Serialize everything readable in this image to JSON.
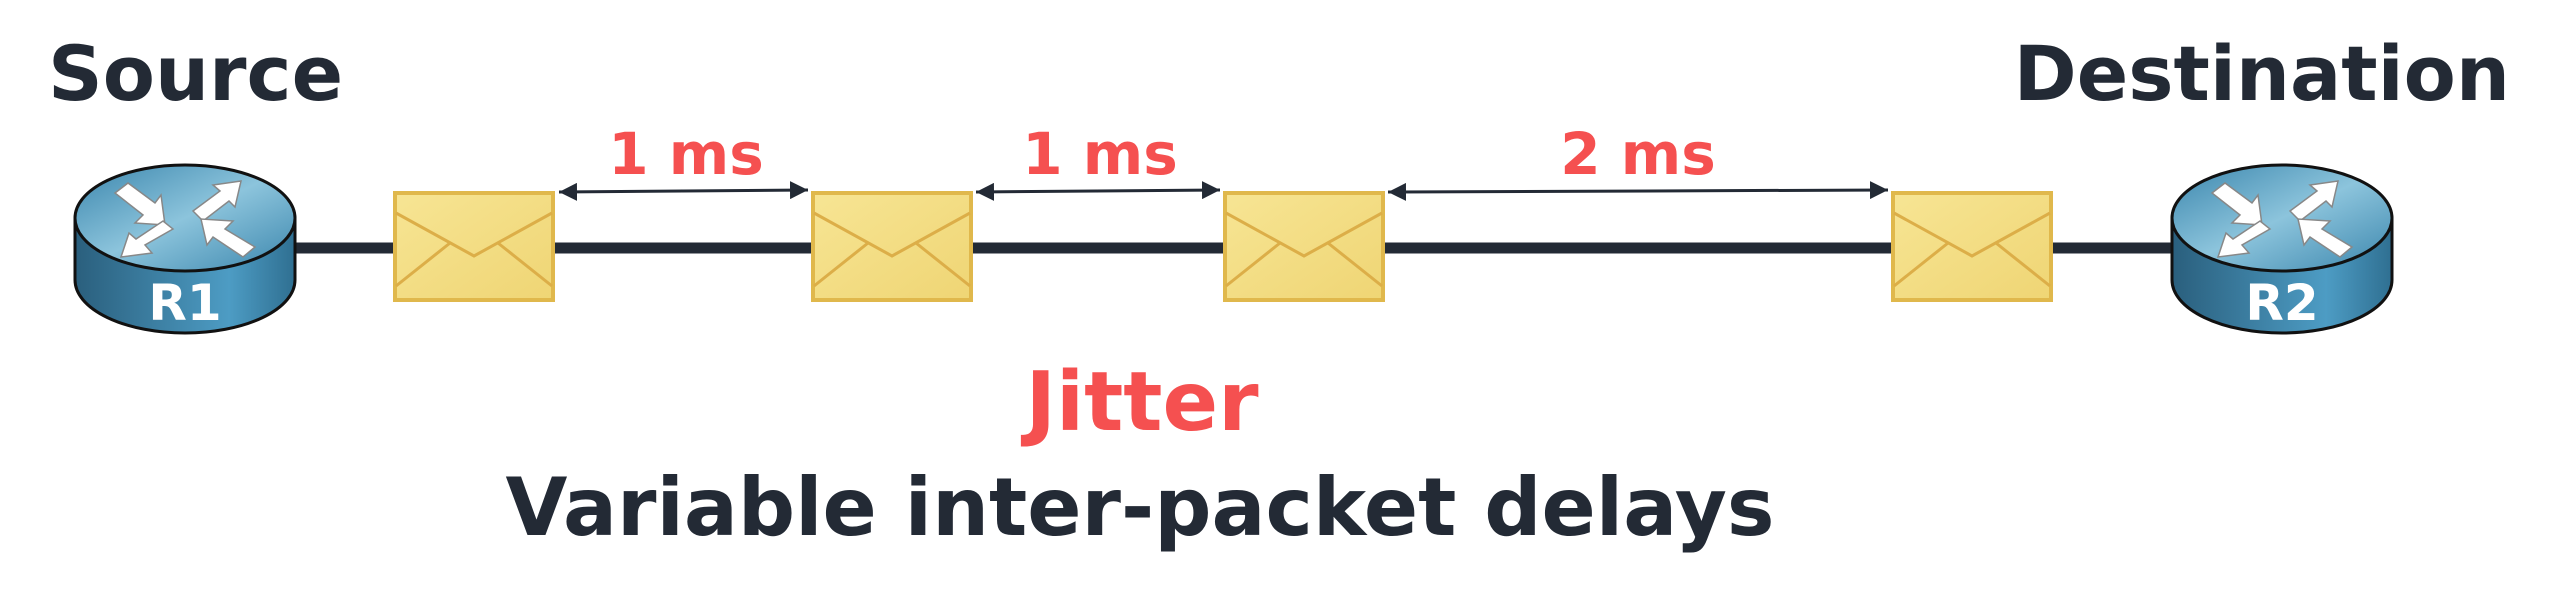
{
  "source_label": "Source",
  "destination_label": "Destination",
  "routers": [
    {
      "name": "R1"
    },
    {
      "name": "R2"
    }
  ],
  "delays": [
    "1 ms",
    "1 ms",
    "2 ms"
  ],
  "title": "Jitter",
  "subtitle": "Variable inter-packet delays",
  "colors": {
    "text": "#232a35",
    "accent": "#f55050",
    "envelope": "#f3dc82",
    "router": "#3f8bb0"
  }
}
